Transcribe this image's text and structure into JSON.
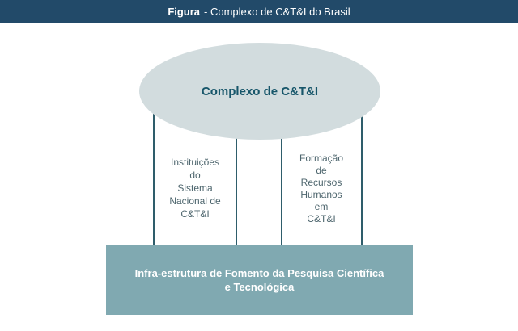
{
  "header": {
    "title_bold": "Figura",
    "title_rest": "- Complexo de C&T&I do Brasil"
  },
  "diagram": {
    "ellipse": {
      "label": "Complexo de C&T&I"
    },
    "left_branch": {
      "lines": [
        "Instituições",
        "do",
        "Sistema",
        "Nacional de",
        "C&T&I"
      ]
    },
    "right_branch": {
      "lines": [
        "Formação",
        "de",
        "Recursos",
        "Humanos",
        "em",
        "C&T&I"
      ]
    },
    "bottom_box": {
      "lines": [
        "Infra-estrutura de Fomento da Pesquisa Científica",
        "e Tecnológica"
      ]
    }
  },
  "colors": {
    "header_bg": "#224a69",
    "header_text": "#ffffff",
    "ellipse_fill": "#d2dcde",
    "ellipse_text": "#17566a",
    "connector": "#2e5d6b",
    "label_text": "#4e666e",
    "box_fill": "#80a9b1",
    "box_text": "#ffffff"
  }
}
